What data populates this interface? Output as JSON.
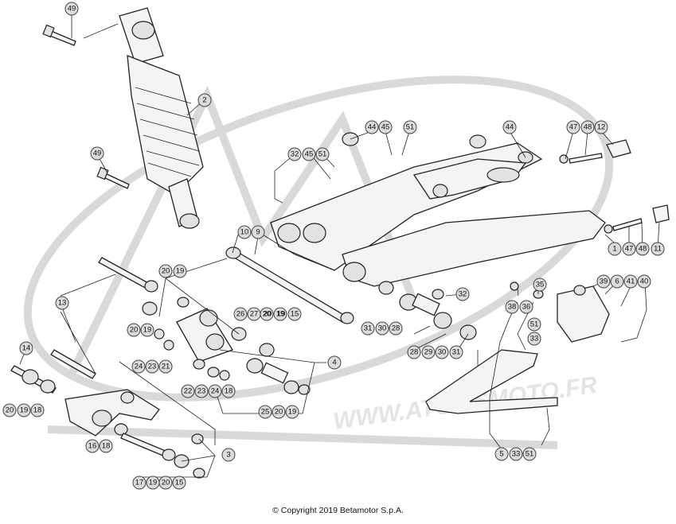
{
  "watermark": {
    "text": "WWW.ATOMSMOTO.FR"
  },
  "copyright": "© Copyright 2019 Betamotor S.p.A.",
  "callouts": [
    "49",
    "2",
    "49",
    "44",
    "45",
    "51",
    "44",
    "47",
    "48",
    "12",
    "32",
    "45",
    "51",
    "10",
    "9",
    "1",
    "47",
    "48",
    "11",
    "20",
    "19",
    "13",
    "20",
    "19",
    "20",
    "19",
    "26",
    "27",
    "20",
    "19",
    "15",
    "35",
    "39",
    "6",
    "41",
    "40",
    "32",
    "38",
    "36",
    "51",
    "33",
    "24",
    "23",
    "21",
    "31",
    "30",
    "28",
    "4",
    "22",
    "23",
    "24",
    "18",
    "28",
    "29",
    "30",
    "31",
    "14",
    "20",
    "19",
    "18",
    "25",
    "20",
    "19",
    "16",
    "18",
    "3",
    "17",
    "19",
    "20",
    "15",
    "5",
    "33",
    "51"
  ]
}
